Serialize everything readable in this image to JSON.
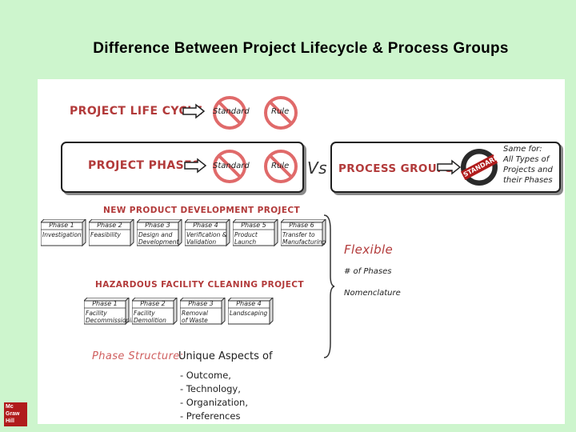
{
  "title": "Difference Between Project Lifecycle & Process Groups",
  "top": {
    "life_cycle": "PROJECT LIFE CYCLE",
    "standard": "Standard",
    "rule": "Rule",
    "phases": "PROJECT PHASES",
    "vs": "Vs",
    "process_groups": "PROCESS GROUPS",
    "stamp": "STANDARD",
    "same_for": [
      "Same for:",
      "All Types of",
      "Projects and",
      "their Phases"
    ]
  },
  "npd": {
    "title": "NEW PRODUCT DEVELOPMENT PROJECT",
    "phases": [
      {
        "name": "Phase 1",
        "desc": [
          "Investigation"
        ]
      },
      {
        "name": "Phase 2",
        "desc": [
          "Feasibility"
        ]
      },
      {
        "name": "Phase 3",
        "desc": [
          "Design and",
          "Development"
        ]
      },
      {
        "name": "Phase 4",
        "desc": [
          "Verification &",
          "Validation"
        ]
      },
      {
        "name": "Phase 5",
        "desc": [
          "Product",
          "Launch"
        ]
      },
      {
        "name": "Phase 6",
        "desc": [
          "Transfer to",
          "Manufacturing"
        ]
      }
    ]
  },
  "hfc": {
    "title": "HAZARDOUS FACILITY CLEANING PROJECT",
    "phases": [
      {
        "name": "Phase 1",
        "desc": [
          "Facility",
          "Decommissioning"
        ]
      },
      {
        "name": "Phase 2",
        "desc": [
          "Facility",
          "Demolition"
        ]
      },
      {
        "name": "Phase 3",
        "desc": [
          "Removal",
          "of Waste"
        ]
      },
      {
        "name": "Phase 4",
        "desc": [
          "Landscaping"
        ]
      }
    ]
  },
  "flex": {
    "title": "Flexible",
    "items": [
      "# of Phases",
      "Nomenclature"
    ]
  },
  "structure": {
    "label": "Phase Structure:",
    "lead": "Unique Aspects of",
    "items": [
      "- Outcome,",
      "- Technology,",
      "- Organization,",
      "- Preferences"
    ]
  },
  "logo": [
    "Mc",
    "Graw",
    "Hill"
  ]
}
